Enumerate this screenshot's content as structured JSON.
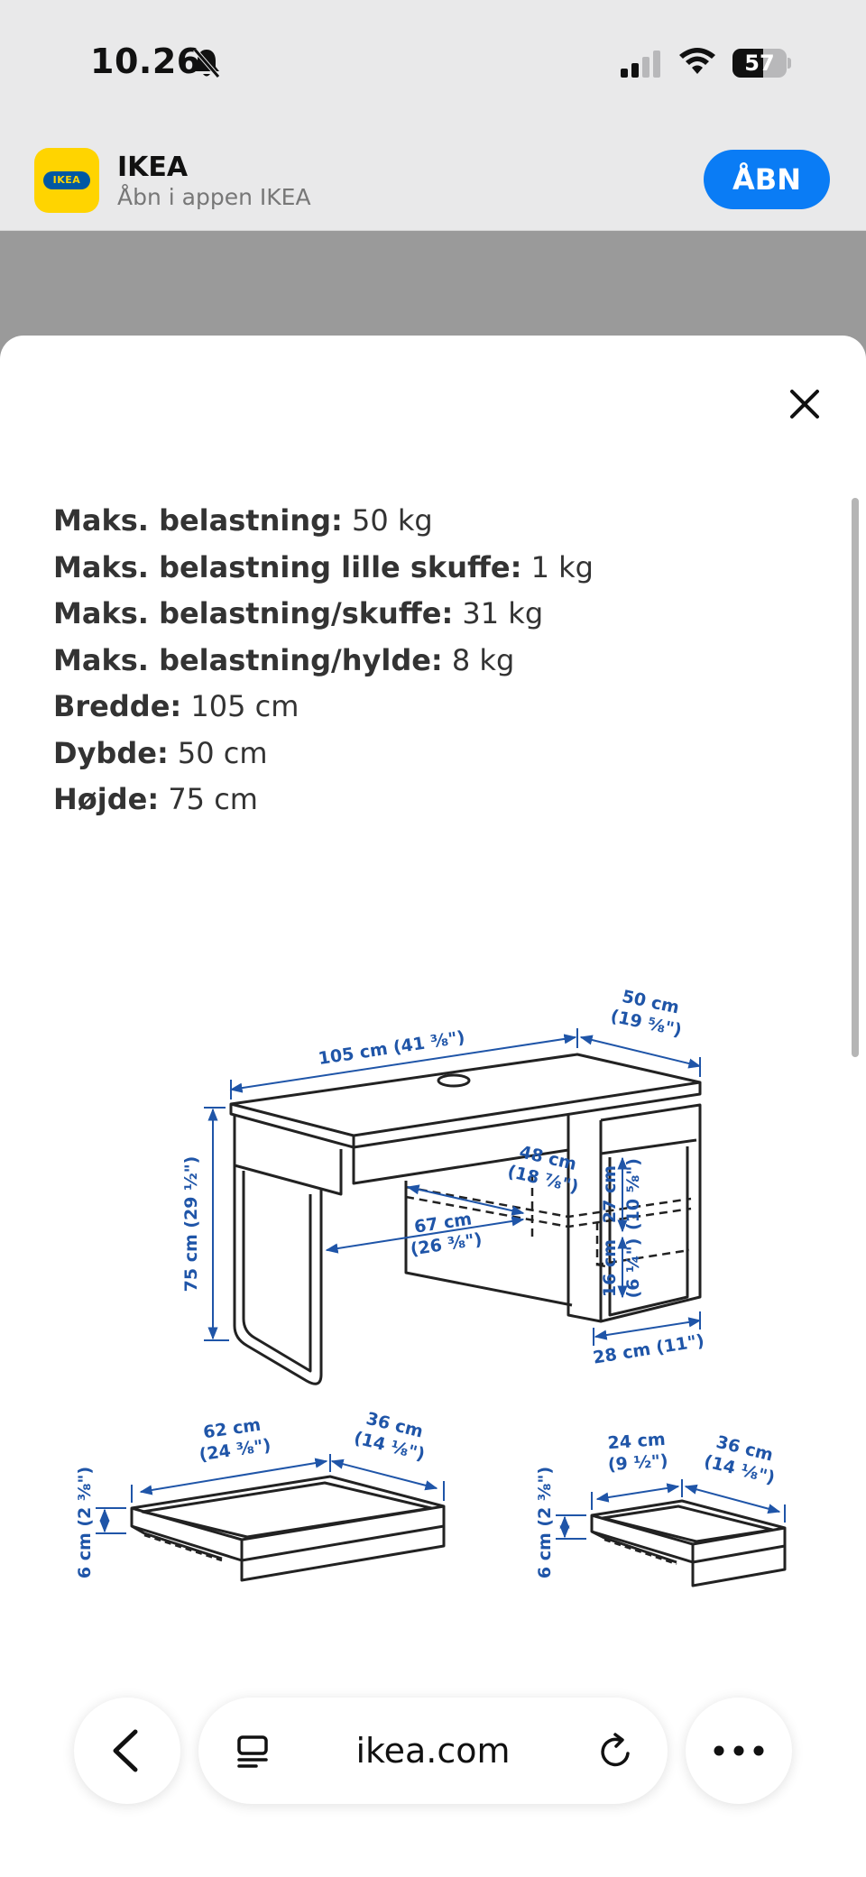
{
  "status": {
    "time": "10.26",
    "battery": "57",
    "battery_level": 0.57
  },
  "banner": {
    "icon_text": "IKEA",
    "app_name": "IKEA",
    "subtitle": "Åbn i appen IKEA",
    "open_label": "ÅBN"
  },
  "specs": [
    {
      "label": "Maks. belastning:",
      "value": "50 kg"
    },
    {
      "label": "Maks. belastning lille skuffe:",
      "value": "1 kg"
    },
    {
      "label": "Maks. belastning/skuffe:",
      "value": "31 kg"
    },
    {
      "label": "Maks. belastning/hylde:",
      "value": "8 kg"
    },
    {
      "label": "Bredde:",
      "value": "105 cm"
    },
    {
      "label": "Dybde:",
      "value": "50 cm"
    },
    {
      "label": "Højde:",
      "value": "75 cm"
    }
  ],
  "diagram": {
    "desk_width": [
      "105 cm (41 ⅜\")"
    ],
    "desk_depth": [
      "50 cm",
      "(19 ⅝\")"
    ],
    "desk_height": [
      "75 cm (29 ½\")"
    ],
    "shelf_depth": [
      "48 cm",
      "(18 ⅞\")"
    ],
    "inner_width": [
      "67 cm",
      "(26 ⅜\")"
    ],
    "upper_height": [
      "27 cm",
      "(10 ⅝\")"
    ],
    "lower_height": [
      "16 cm",
      "(6 ¼\")"
    ],
    "cabinet_width": [
      "28 cm (11\")"
    ],
    "drawer_large_width": [
      "62 cm",
      "(24 ⅜\")"
    ],
    "drawer_large_depth": [
      "36 cm",
      "(14 ⅛\")"
    ],
    "drawer_large_height": [
      "6 cm (2 ⅜\")"
    ],
    "drawer_small_width": [
      "24 cm",
      "(9 ½\")"
    ],
    "drawer_small_depth": [
      "36 cm",
      "(14 ⅛\")"
    ],
    "drawer_small_height": [
      "6 cm (2 ⅜\")"
    ],
    "dim_color": "#1f55a8"
  },
  "toolbar": {
    "url": "ikea.com"
  },
  "icons": {
    "close": "close-icon",
    "back": "chevron-left-icon",
    "reader": "reader-icon",
    "reload": "reload-icon",
    "more": "ellipsis-icon",
    "bell": "bell-slash-icon",
    "signal": "cellular-signal-icon",
    "wifi": "wifi-icon",
    "battery": "battery-icon"
  },
  "colors": {
    "open_button": "#0a7cf5",
    "ikea_yellow": "#ffd400",
    "ikea_blue": "#0058a3"
  }
}
